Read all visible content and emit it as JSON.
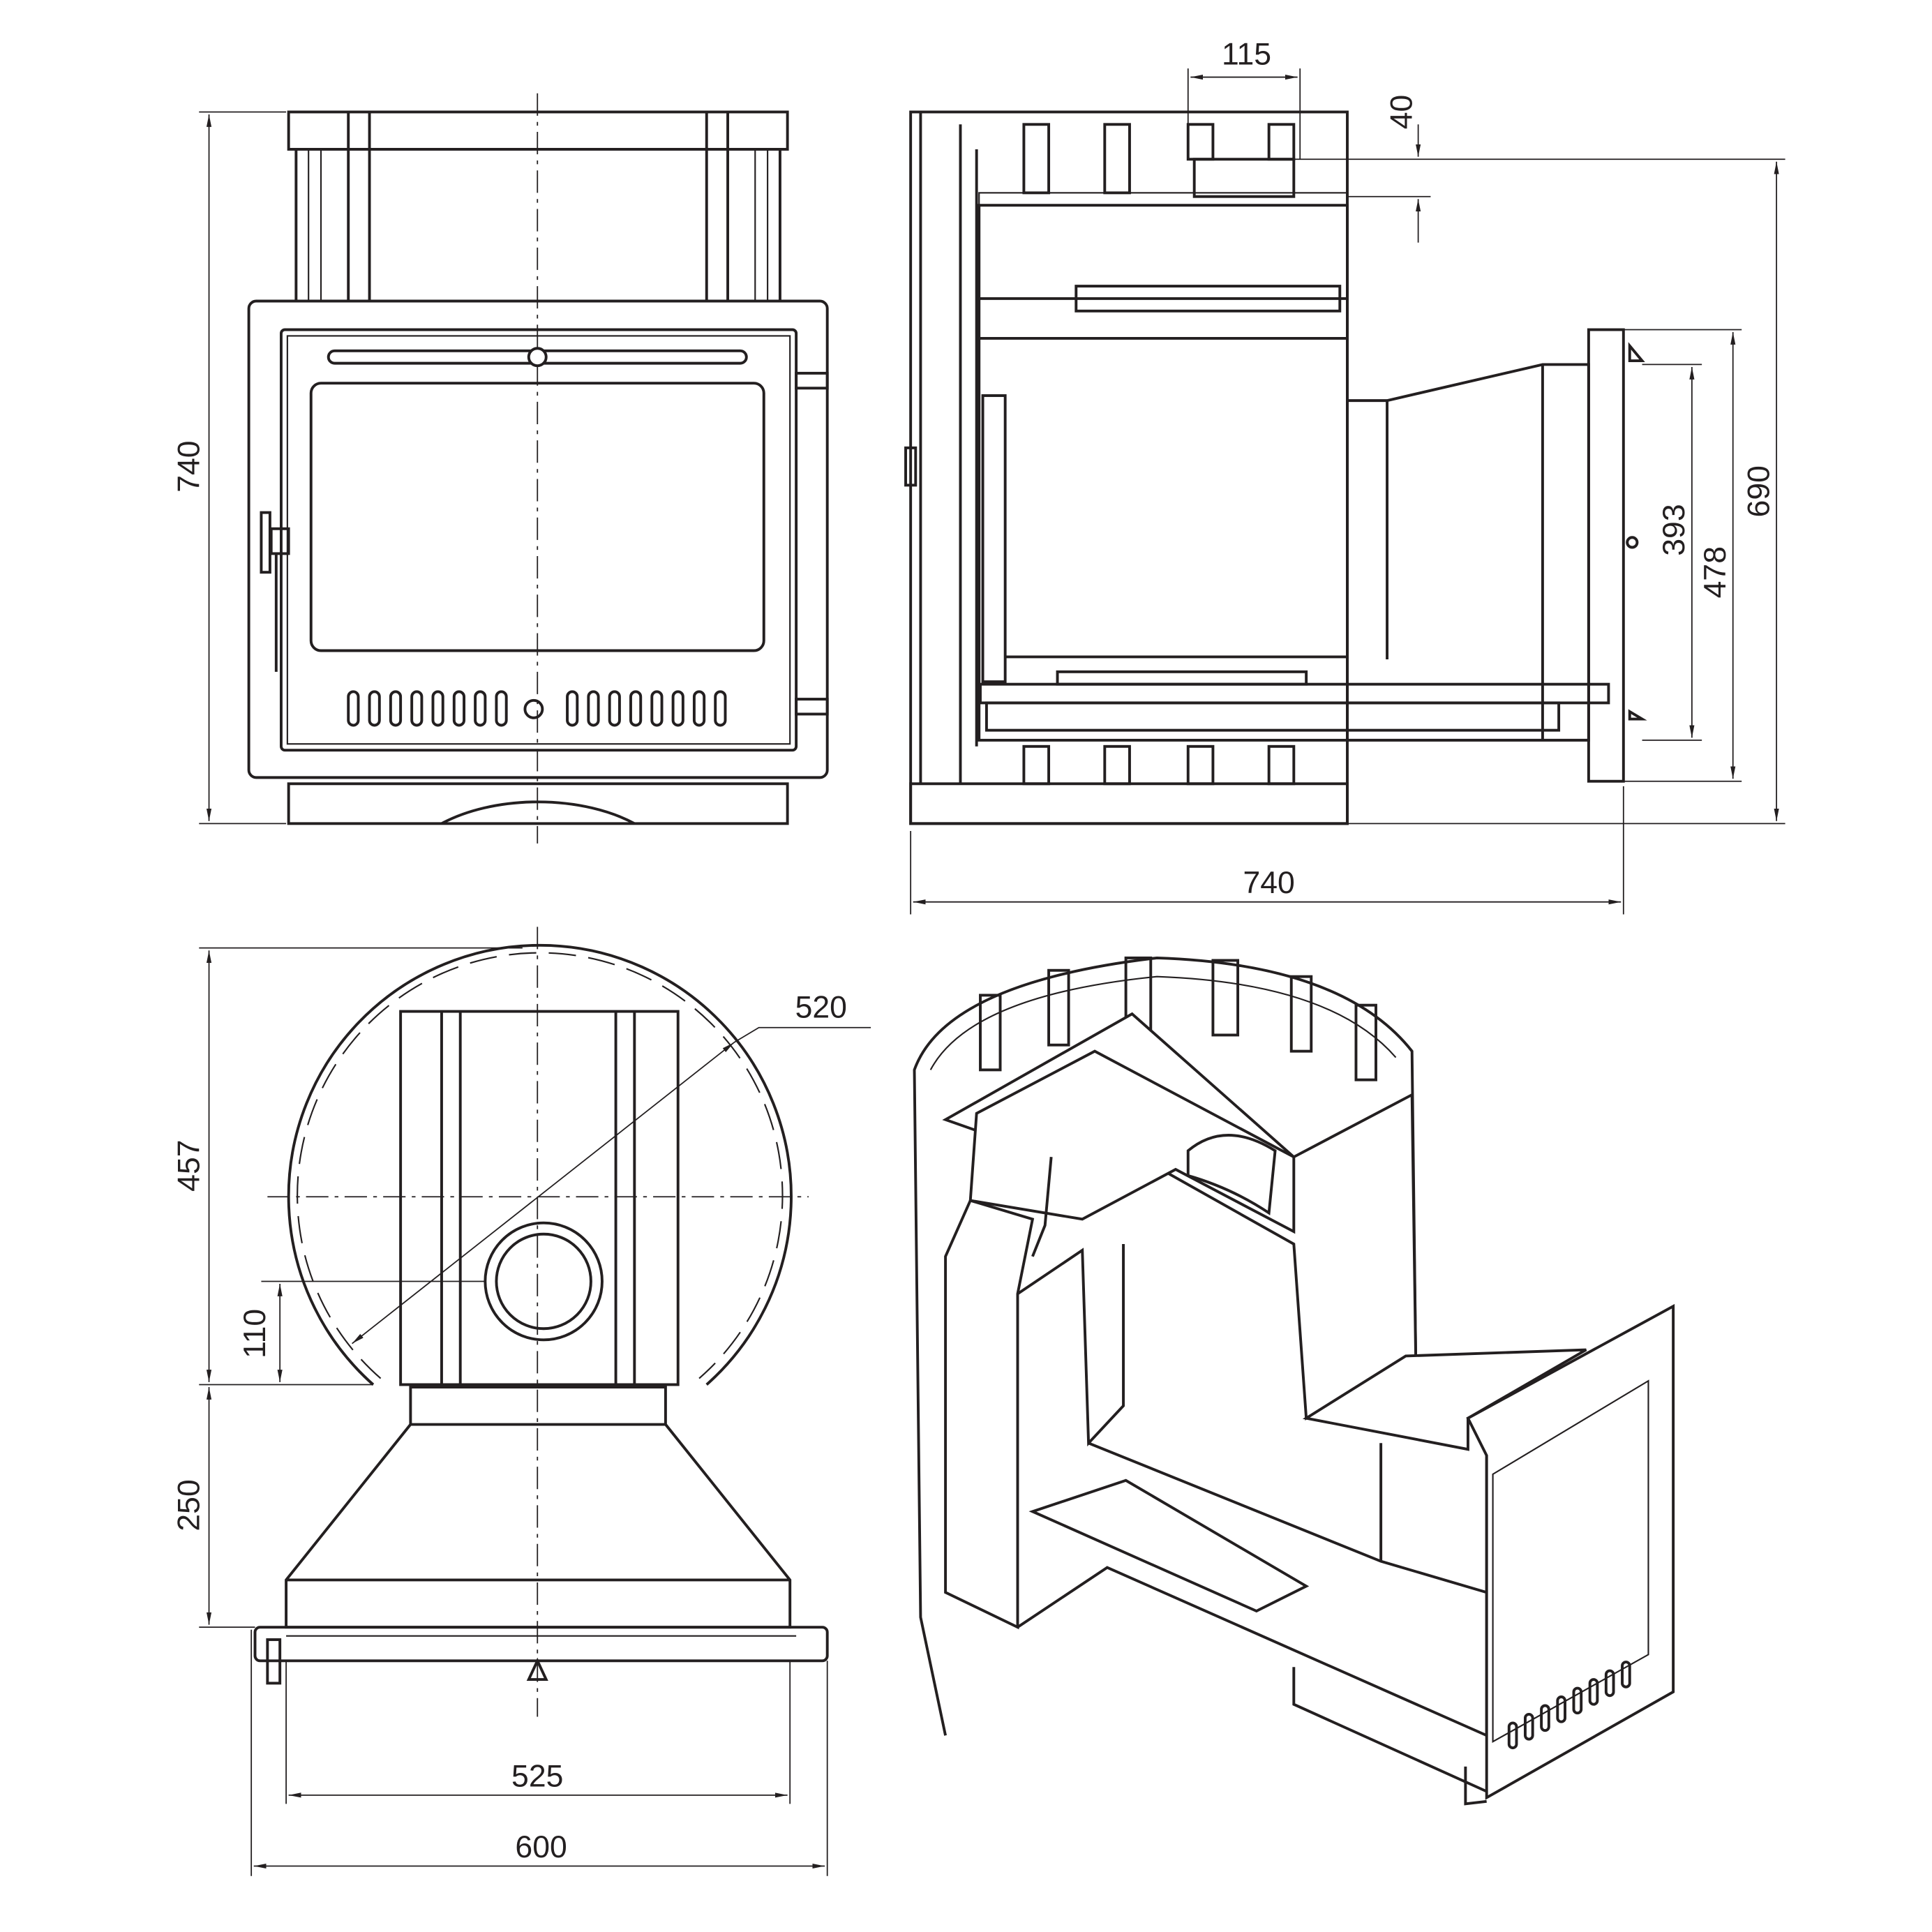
{
  "drawing": {
    "front_view": {
      "height_label": "740"
    },
    "side_view": {
      "width_label": "740",
      "height_label": "690",
      "tunnel_outer_label": "478",
      "tunnel_inner_label": "393",
      "top_width_label": "115",
      "top_offset_label": "40"
    },
    "top_view": {
      "diameter_label": "520",
      "depth_label": "457",
      "hole_offset_label": "110",
      "tunnel_length_label": "250",
      "inner_width_label": "525",
      "outer_width_label": "600"
    }
  }
}
